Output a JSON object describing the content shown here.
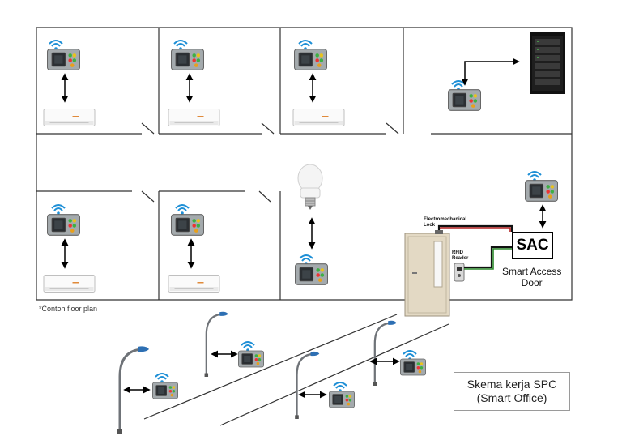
{
  "labels": {
    "electromechanical_lock": "Electromechanical\nLock",
    "rfid_reader": "RFID\nReader",
    "sac": "SAC",
    "sac_caption": "Smart Access\nDoor",
    "floor_plan_note": "*Contoh floor plan",
    "title_line1": "Skema kerja SPC",
    "title_line2": "(Smart Office)"
  },
  "icons": {
    "controller": "smart-controller-icon",
    "wifi": "wifi-icon",
    "ac": "air-conditioner-icon",
    "server": "server-rack-icon",
    "bulb": "light-bulb-icon",
    "street_lamp": "street-lamp-icon",
    "door": "door-icon",
    "rfid": "rfid-reader-icon",
    "arrow": "double-arrow-icon"
  },
  "colors": {
    "wall": "#333333",
    "wifi": "#1e8fd6",
    "controller_body": "#9aa0a3",
    "lock_wire": "#b22222",
    "rfid_wire": "#2e8b2e",
    "door": "#e3d9c4"
  }
}
